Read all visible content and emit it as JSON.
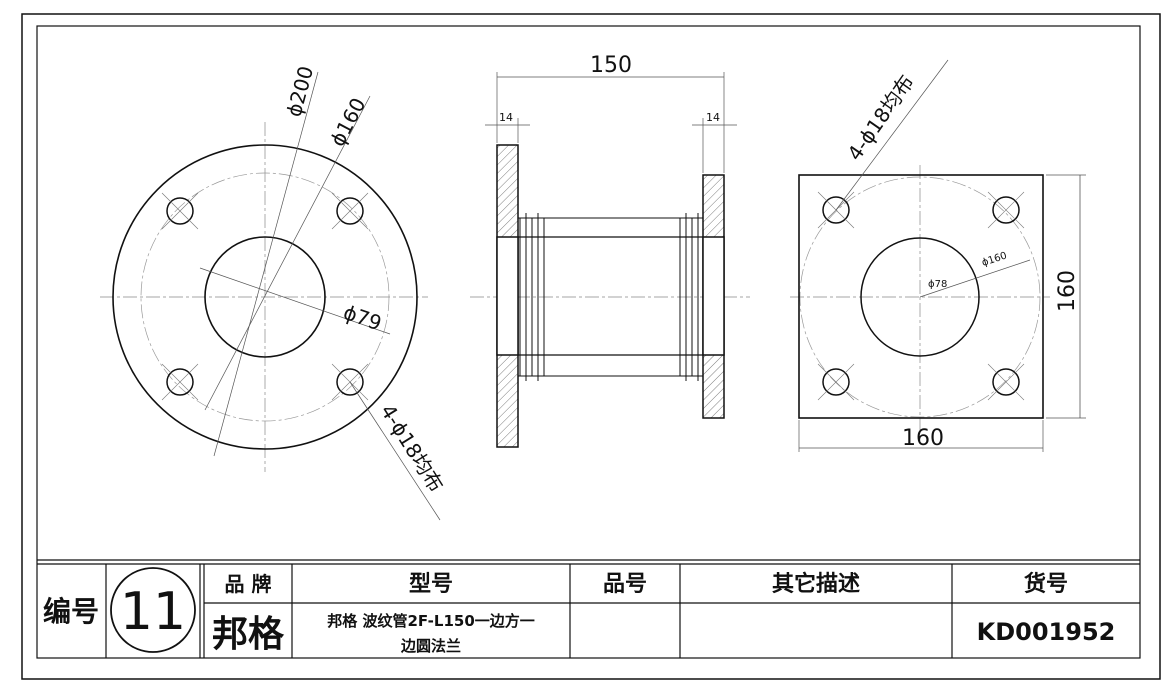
{
  "drawing": {
    "flange_round": {
      "dia_outer": "ϕ200",
      "dia_bolt_circle": "ϕ160",
      "dia_bore": "ϕ79",
      "holes": "4-ϕ18均布"
    },
    "side_view": {
      "overall_length": "150",
      "flange_thk_left": "14",
      "flange_thk_right": "14"
    },
    "flange_square": {
      "holes": "4-ϕ18均布",
      "dia_bolt_circle": "ϕ160",
      "dia_bore": "ϕ78",
      "width": "160",
      "height": "160"
    }
  },
  "title_block": {
    "serial_label": "编号",
    "serial_number": "11",
    "brand_header": "品 牌",
    "brand_value": "邦格",
    "model_header": "型号",
    "model_value_line1": "邦格 波纹管2F-L150一边方一",
    "model_value_line2": "边圆法兰",
    "part_no_header": "品号",
    "part_no_value": "",
    "desc_header": "其它描述",
    "desc_value": "",
    "item_no_header": "货号",
    "item_no_value": "KD001952"
  }
}
